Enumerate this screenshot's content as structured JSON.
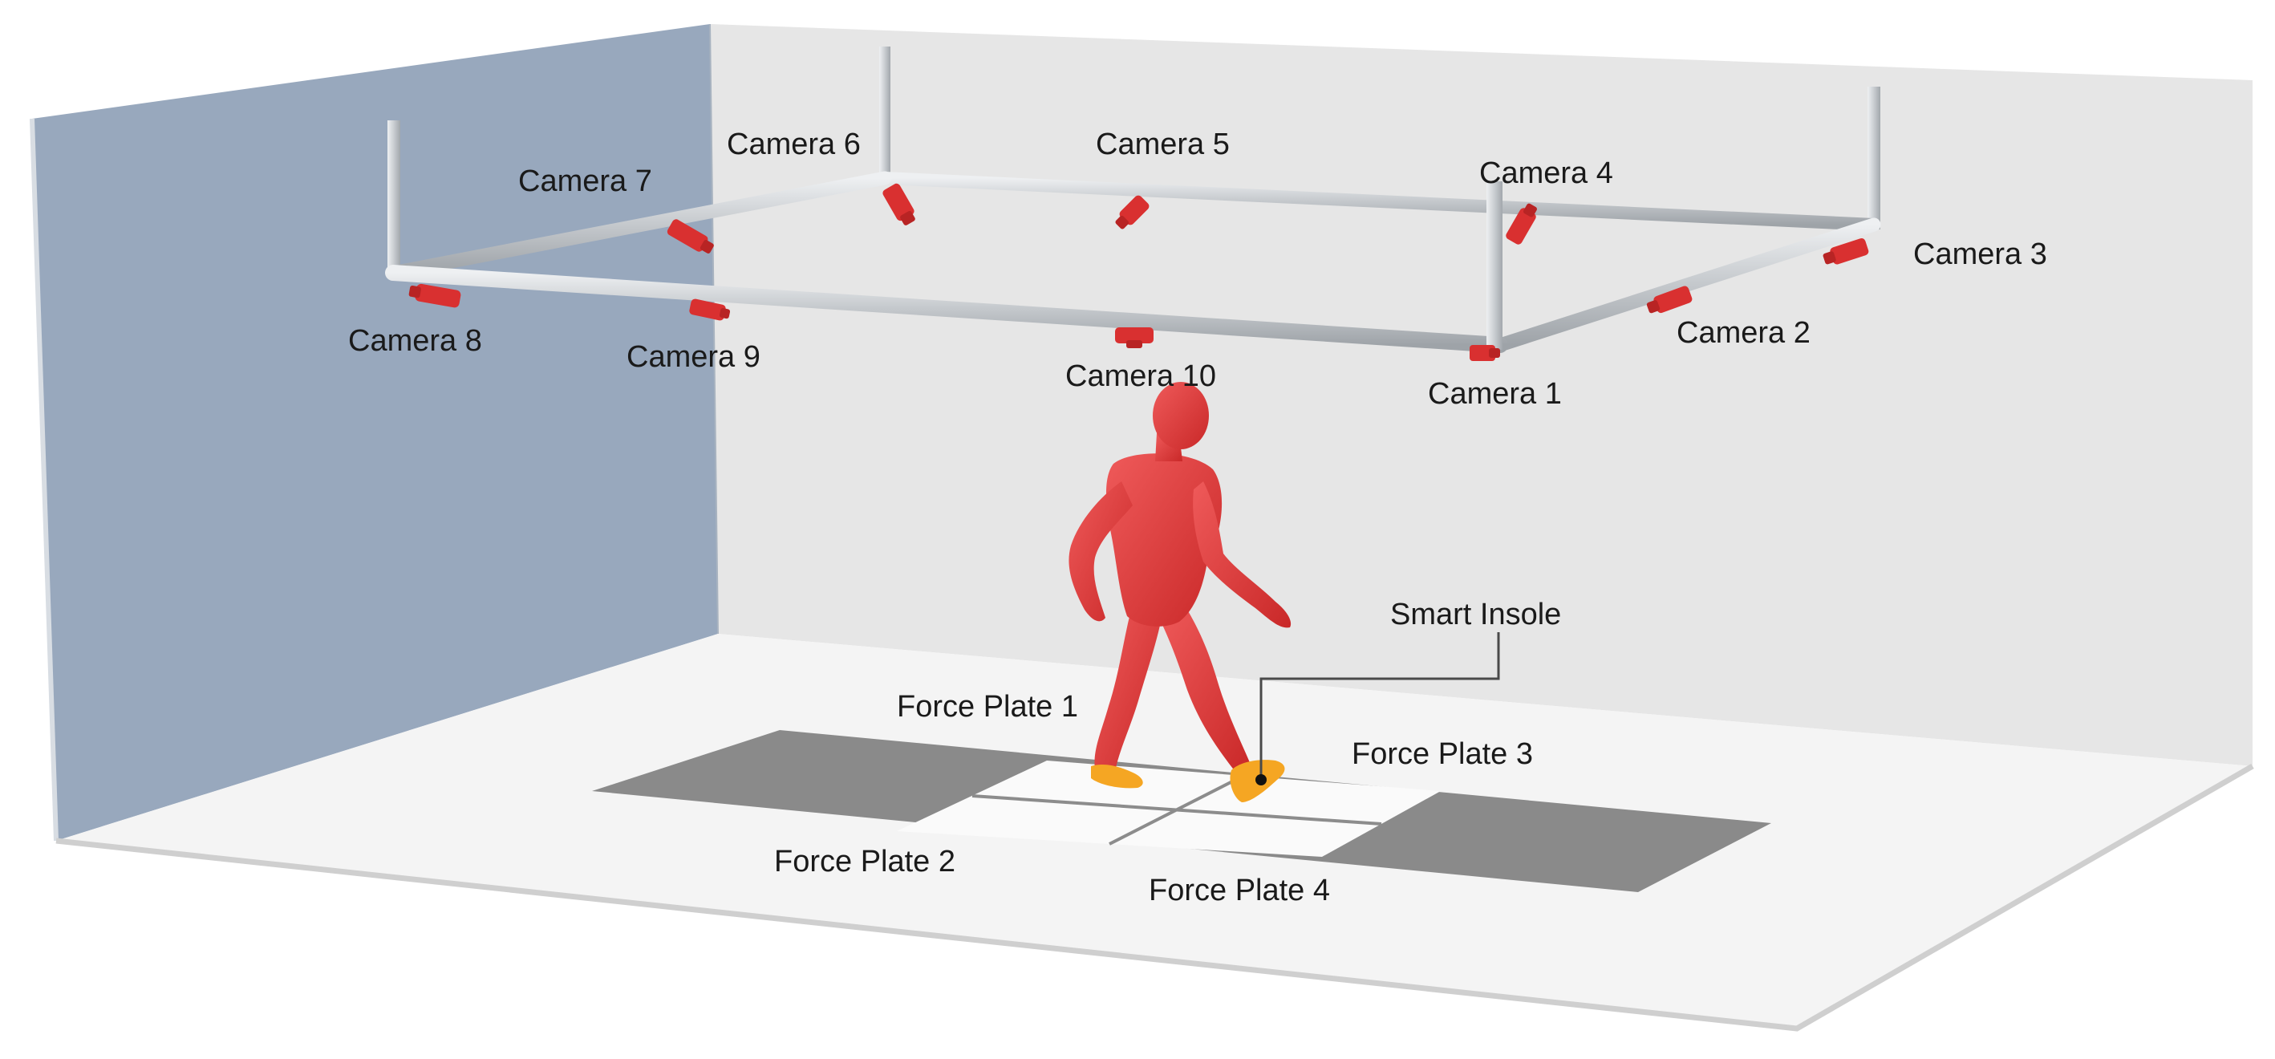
{
  "cameras": [
    {
      "id": "camera-1",
      "label": "Camera 1"
    },
    {
      "id": "camera-2",
      "label": "Camera 2"
    },
    {
      "id": "camera-3",
      "label": "Camera 3"
    },
    {
      "id": "camera-4",
      "label": "Camera 4"
    },
    {
      "id": "camera-5",
      "label": "Camera 5"
    },
    {
      "id": "camera-6",
      "label": "Camera 6"
    },
    {
      "id": "camera-7",
      "label": "Camera 7"
    },
    {
      "id": "camera-8",
      "label": "Camera 8"
    },
    {
      "id": "camera-9",
      "label": "Camera 9"
    },
    {
      "id": "camera-10",
      "label": "Camera 10"
    }
  ],
  "force_plates": [
    {
      "id": "force-plate-1",
      "label": "Force Plate 1"
    },
    {
      "id": "force-plate-2",
      "label": "Force Plate 2"
    },
    {
      "id": "force-plate-3",
      "label": "Force Plate 3"
    },
    {
      "id": "force-plate-4",
      "label": "Force Plate 4"
    }
  ],
  "callout": {
    "label": "Smart Insole"
  },
  "colors": {
    "left_wall": "#98a8bd",
    "back_wall": "#e6e6e6",
    "floor": "#f4f4f4",
    "walkway": "#8a8a8a",
    "plates": "#fafafa",
    "figure": "#e23a3a",
    "feet": "#f5a623",
    "camera": "#d93030",
    "frame": "#c9cdd2"
  }
}
